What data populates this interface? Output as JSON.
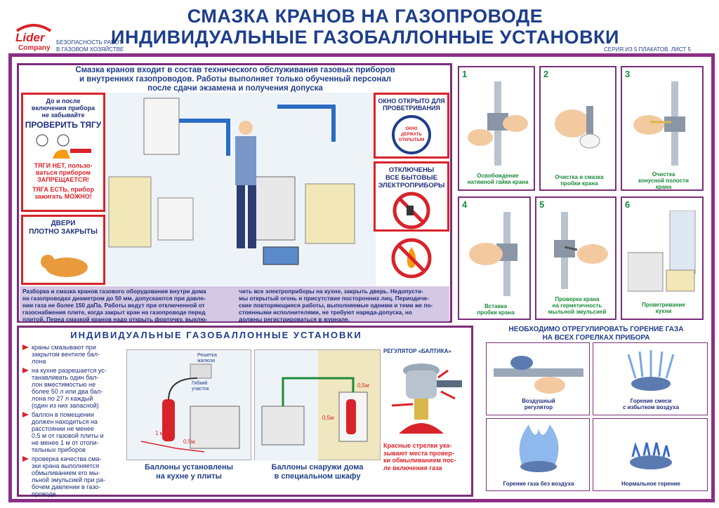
{
  "header": {
    "title_line1": "СМАЗКА КРАНОВ НА ГАЗОПРОВОДЕ",
    "title_line2": "ИНДИВИДУАЛЬНЫЕ ГАЗОБАЛЛОННЫЕ УСТАНОВКИ",
    "logo_line1": "Lider",
    "logo_line2": "Company",
    "subtitle_line1": "БЕЗОПАСНОСТЬ РАБОТ",
    "subtitle_line2": "В ГАЗОВОМ ХОЗЯЙСТВЕ",
    "series": "СЕРИЯ ИЗ 5 ПЛАКАТОВ. ЛИСТ 5"
  },
  "intro": {
    "line1": "Смазка кранов входит в состав технического обслуживания газовых приборов",
    "line2": "и внутренних газопроводов. Работы выполняет только обученный персонал",
    "line3": "после сдачи экзамена и получения допуска"
  },
  "left_box": {
    "line1": "До и после",
    "line2": "включения прибора",
    "line3": "не забывайте",
    "heading": "ПРОВЕРИТЬ ТЯГУ",
    "no_draft_1": "ТЯГИ НЕТ, пользо-",
    "no_draft_2": "ваться прибором",
    "no_draft_3": "ЗАПРЕЩАЕТСЯ!",
    "draft_1": "ТЯГА ЕСТЬ, прибор",
    "draft_2": "зажигать МОЖНО!"
  },
  "doors_box": {
    "line1": "ДВЕРИ",
    "line2": "ПЛОТНО ЗАКРЫТЫ"
  },
  "window_box": {
    "line1": "ОКНО ОТКРЫТО ДЛЯ",
    "line2": "ПРОВЕТРИВАНИЯ",
    "sign1": "ОКНО",
    "sign2": "ДЕРЖАТЬ",
    "sign3": "ОТКРЫТЫМ"
  },
  "appliances_box": {
    "line1": "ОТКЛЮЧЕНЫ",
    "line2": "ВСЕ БЫТОВЫЕ",
    "line3": "ЭЛЕКТРОПРИБОРЫ"
  },
  "description": {
    "col1_l1": "Разборка и смазка кранов газового оборудования внутри дома",
    "col1_l2": "на газопроводах диаметром до 50 мм, допускаются при давле-",
    "col1_l3": "нии газа не более 150 даПа. Работы ведут при отключенной от",
    "col1_l4": "газоснабжения плите, когда закрыт кран на газопроводе перед",
    "col1_l5": "плитой. Перед смазкой кранов надо открыть форточку, выклю-",
    "col2_l1": "чить все электроприборы на кухне, закрыть дверь. Недопусти-",
    "col2_l2": "мы открытый огонь и присутствие посторонних лиц. Периодиче-",
    "col2_l3": "ские повторяющиеся работы, выполняемые одними и теми же по-",
    "col2_l4": "стоянными исполнителями, не требуют наряда-допуска, но",
    "col2_l5": "должны регистрироваться в журнале."
  },
  "steps": [
    {
      "num": "1",
      "cap1": "Освобождение",
      "cap2": "натяжной гайки крана",
      "cap3": ""
    },
    {
      "num": "2",
      "cap1": "Очистка и смазка",
      "cap2": "пробки крана",
      "cap3": ""
    },
    {
      "num": "3",
      "cap1": "Очистка",
      "cap2": "конусной полости",
      "cap3": "крана"
    },
    {
      "num": "4",
      "cap1": "Вставка",
      "cap2": "пробки крана",
      "cap3": ""
    },
    {
      "num": "5",
      "cap1": "Проверка крана",
      "cap2": "на герметичность",
      "cap3": "мыльной эмульсией"
    },
    {
      "num": "6",
      "cap1": "Проветривание",
      "cap2": "кухни",
      "cap3": ""
    }
  ],
  "cylinders": {
    "heading": "ИНДИВИДУАЛЬНЫЕ ГАЗОБАЛЛОННЫЕ УСТАНОВКИ",
    "bullets": [
      [
        "краны смазывают при",
        "закрытом вентиле бал-",
        "лона"
      ],
      [
        "на кухне разрешается ус-",
        "танавливать один бал-",
        "лон вместимостью не",
        "более 50 л или два бал-",
        "лона по 27 л каждый",
        "(один из них запасной)"
      ],
      [
        "баллон в помещении",
        "должен находиться на",
        "расстоянии не менее",
        "0,5 м от газовой плиты и",
        "не менее 1 м от отопи-",
        "тельных приборов"
      ],
      [
        "проверка качества сма-",
        "зки крана выполняется",
        "обмыливанием его мы-",
        "льной эмульсией при ра-",
        "бочем давлении в газо-",
        "проводе"
      ]
    ],
    "label_grate_1": "Решетка",
    "label_grate_2": "жалюзи",
    "label_hose_1": "Гибкий",
    "label_hose_2": "участок",
    "dist_1m": "1 м",
    "dist_05m_a": "0,5м",
    "dist_05m_b": "0,5м",
    "dist_05m_c": "0,5м",
    "kitchen_cap1": "Баллоны установлены",
    "kitchen_cap2": "на кухне у плиты",
    "outside_cap1": "Баллоны снаружи дома",
    "outside_cap2": "в специальном шкафу",
    "regulator_title": "РЕГУЛЯТОР «БАЛТИКА»",
    "regulator_note1": "Красные стрелки ука-",
    "regulator_note2": "зывают места провер-",
    "regulator_note3": "ки обмыливанием пос-",
    "regulator_note4": "ле включения газа"
  },
  "burners": {
    "heading1": "НЕОБХОДИМО ОТРЕГУЛИРОВАТЬ ГОРЕНИЕ ГАЗА",
    "heading2": "НА ВСЕХ ГОРЕЛКАХ ПРИБОРА",
    "items": [
      {
        "cap1": "Воздушный",
        "cap2": "регулятор"
      },
      {
        "cap1": "Горение смеси",
        "cap2": "с избытком воздуха"
      },
      {
        "cap1": "Горение газа без воздуха",
        "cap2": ""
      },
      {
        "cap1": "Нормальное горение",
        "cap2": ""
      }
    ]
  },
  "colors": {
    "frame": "#8b2f86",
    "title": "#1e3e8a",
    "warning": "#d8232a",
    "caption": "#1a8a3a"
  }
}
